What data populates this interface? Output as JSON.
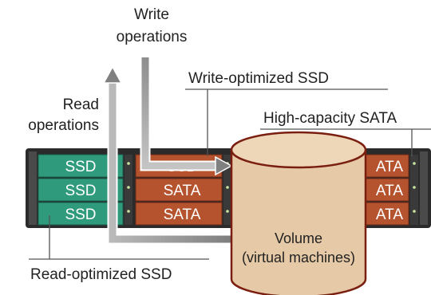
{
  "labels": {
    "write_line1": "Write",
    "write_line2": "operations",
    "read_line1": "Read",
    "read_line2": "operations",
    "write_optimized": "Write-optimized SSD",
    "high_capacity": "High-capacity SATA",
    "read_optimized": "Read-optimized SSD",
    "volume_line1": "Volume",
    "volume_line2": "(virtual machines)"
  },
  "drives": {
    "green": [
      "SSD",
      "SSD",
      "SSD"
    ],
    "middle": [
      "SSD",
      "SATA",
      "SATA"
    ],
    "right": [
      "ATA",
      "ATA",
      "ATA"
    ]
  },
  "colors": {
    "green_drive": "#2f9b7c",
    "orange_drive": "#b5532f",
    "chassis": "#2b2b2b",
    "volume_fill": "#e6c9a6",
    "volume_stroke": "#7a1f10",
    "arrow": "#8a8a8a"
  }
}
